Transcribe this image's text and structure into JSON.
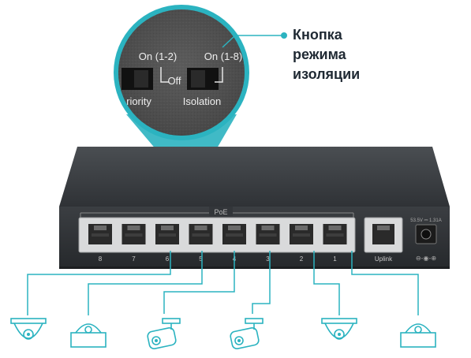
{
  "callout": {
    "lines": [
      "Кнопка",
      "режима",
      "изоляции"
    ],
    "accent_color": "#2bb3c0"
  },
  "switch_panel": {
    "left_on_label": "On (1-2)",
    "right_on_label": "On (1-8)",
    "off_label": "Off",
    "priority_label": "riority",
    "isolation_label": "Isolation"
  },
  "device": {
    "poe_label": "PoE",
    "port_numbers": [
      "8",
      "7",
      "6",
      "5",
      "4",
      "3",
      "2",
      "1"
    ],
    "uplink_label": "Uplink",
    "power_rating": "53.5V ⎓ 1.31A",
    "polarity_symbol": "⊖-◉-⊕"
  },
  "devices_row": [
    {
      "icon": "dome-camera-icon"
    },
    {
      "icon": "dome-camera-icon"
    },
    {
      "icon": "bullet-camera-icon"
    },
    {
      "icon": "bullet-camera-icon"
    },
    {
      "icon": "dome-camera-icon"
    },
    {
      "icon": "dome-camera-icon"
    }
  ]
}
